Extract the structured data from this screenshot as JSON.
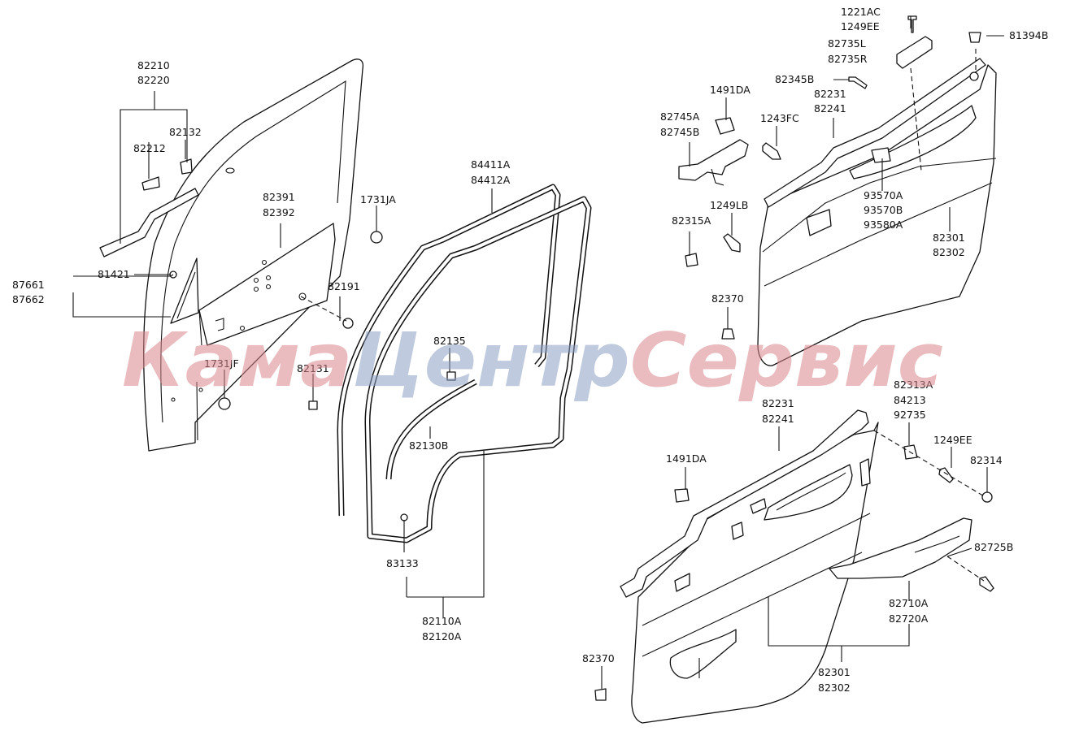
{
  "labels": {
    "p82210": "82210",
    "p82220": "82220",
    "p82132": "82132",
    "p82212": "82212",
    "p87661": "87661",
    "p87662": "87662",
    "p81421": "81421",
    "p82391": "82391",
    "p82392": "82392",
    "p82191": "82191",
    "p1731ja": "1731JA",
    "p1731jf": "1731JF",
    "p82131": "82131",
    "p84411a": "84411A",
    "p84412a": "84412A",
    "p82135": "82135",
    "p82130b": "82130B",
    "p83133": "83133",
    "p82110a": "82110A",
    "p82120a": "82120A",
    "p1221ac": "1221AC",
    "p1249ee_top": "1249EE",
    "p81394b": "81394B",
    "p82735l": "82735L",
    "p82735r": "82735R",
    "p82345b": "82345B",
    "p1491da_top": "1491DA",
    "p82231_top": "82231",
    "p82241_top": "82241",
    "p82745a": "82745A",
    "p82745b": "82745B",
    "p1243fc": "1243FC",
    "p1249lb": "1249LB",
    "p93570a": "93570A",
    "p93570b": "93570B",
    "p93580a": "93580A",
    "p82315a": "82315A",
    "p82301_top": "82301",
    "p82302_top": "82302",
    "p82370_top": "82370",
    "p82313a": "82313A",
    "p84213": "84213",
    "p92735": "92735",
    "p82231_bot": "82231",
    "p82241_bot": "82241",
    "p1249ee_bot": "1249EE",
    "p1491da_bot": "1491DA",
    "p82314": "82314",
    "p82725b": "82725B",
    "p82710a": "82710A",
    "p82720a": "82720A",
    "p82301_bot": "82301",
    "p82302_bot": "82302",
    "p82370_bot": "82370"
  },
  "watermark": {
    "part1": "Кама",
    "part2": "Центр",
    "part3": "Сервис",
    "color_red": "#d9868c",
    "color_blue": "#8b9fc4"
  }
}
